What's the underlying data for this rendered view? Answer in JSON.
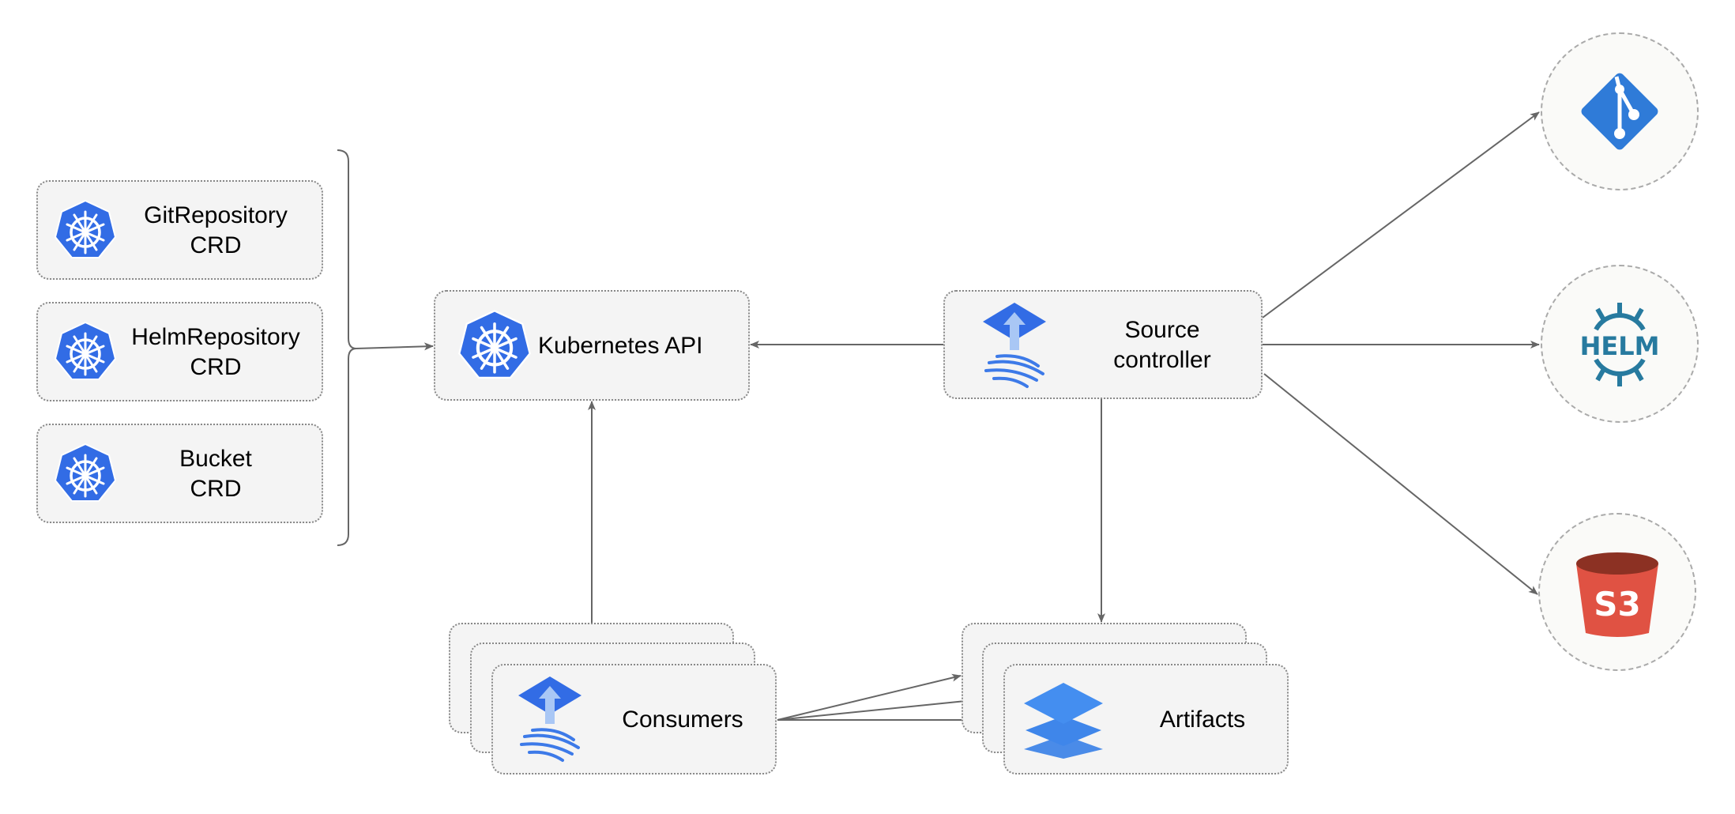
{
  "crds": [
    {
      "line1": "GitRepository",
      "line2": "CRD"
    },
    {
      "line1": "HelmRepository",
      "line2": "CRD"
    },
    {
      "line1": "Bucket",
      "line2": "CRD"
    }
  ],
  "kubernetes_api": {
    "label": "Kubernetes API"
  },
  "source_controller": {
    "line1": "Source",
    "line2": "controller"
  },
  "consumers": {
    "label": "Consumers"
  },
  "artifacts": {
    "label": "Artifacts"
  },
  "sources": {
    "helm_text": "HELM",
    "s3_text": "S3",
    "icons": [
      "git-icon",
      "helm-icon",
      "s3-bucket-icon"
    ]
  },
  "colors": {
    "kubernetes_blue": "#326ce5",
    "git_blue": "#2f7bd8",
    "helm_teal": "#277a9f",
    "s3_red": "#e05243",
    "s3_dark": "#8c3123",
    "edge": "#666666"
  }
}
